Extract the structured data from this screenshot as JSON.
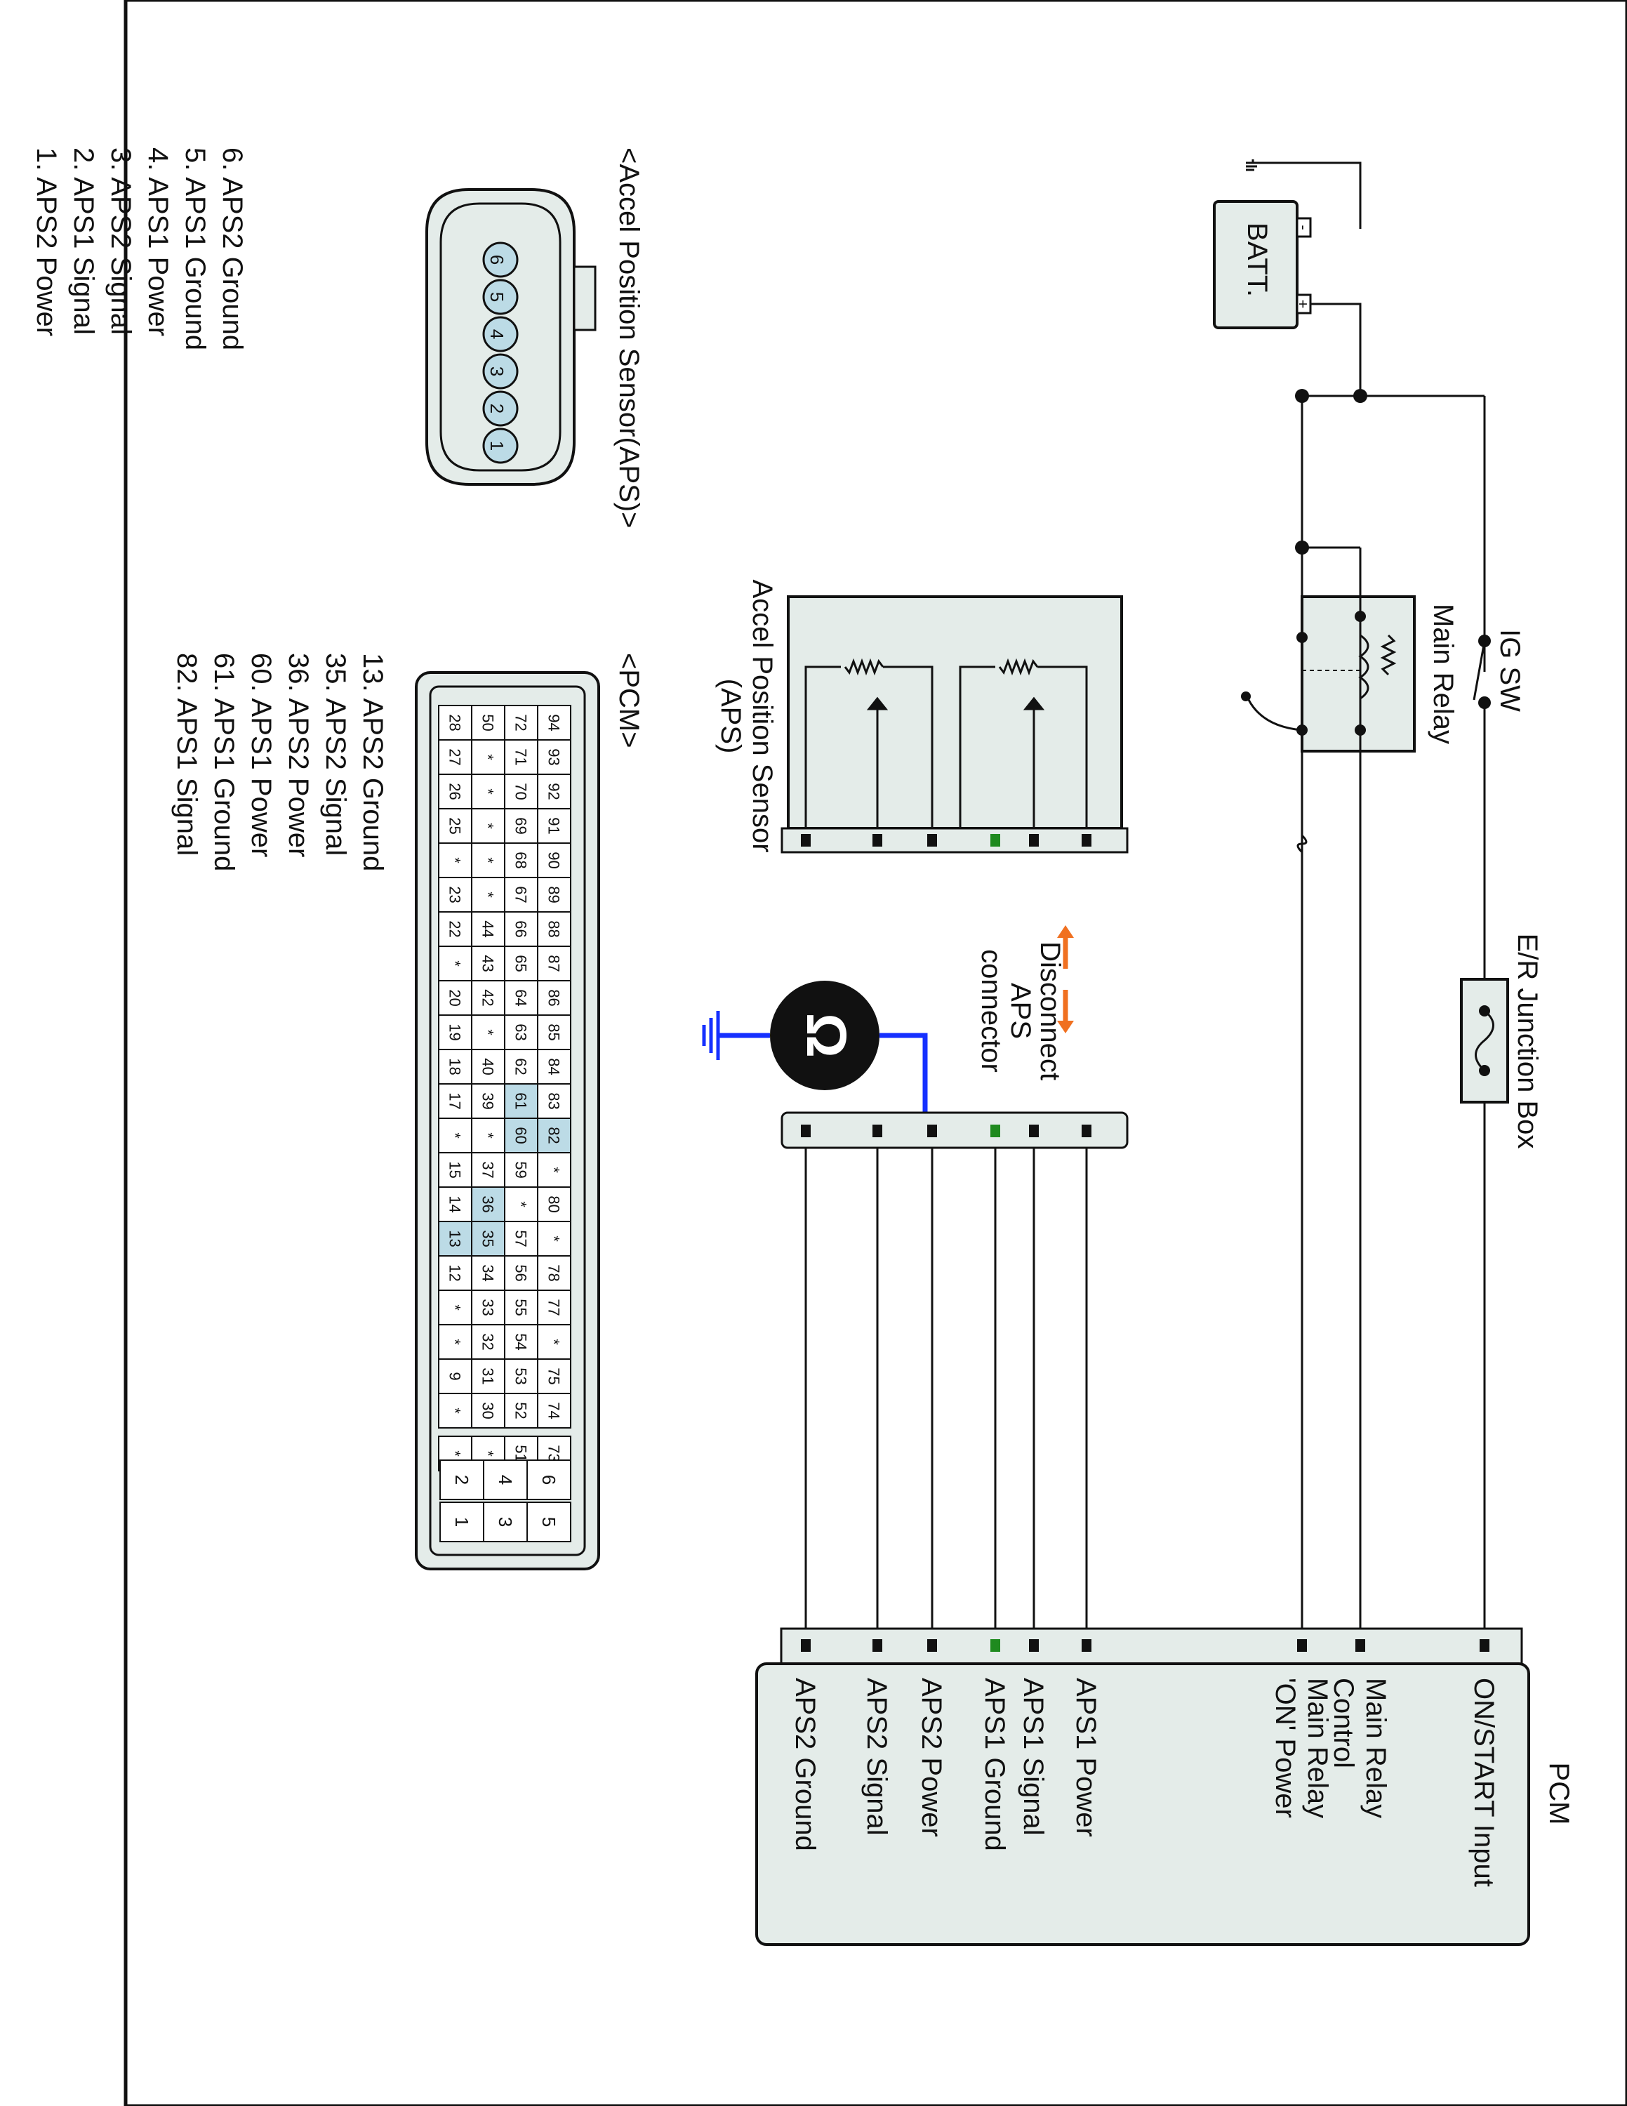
{
  "colors": {
    "accent_green": "#1f8a1f",
    "meter_wire_blue": "#1530ff",
    "disconnect_arrow_orange": "#f07020",
    "highlight_pin_blue": "#bcdbe6",
    "body_fill": "#e4ece9"
  },
  "battery": {
    "label": "BATT.",
    "pos_symbol": "+",
    "neg_symbol": "-"
  },
  "ig_switch": {
    "label": "IG SW"
  },
  "main_relay": {
    "label": "Main Relay"
  },
  "junction_box": {
    "label": "E/R Junction Box"
  },
  "aps_component": {
    "label_line1": "Accel Position Sensor",
    "label_line2": "(APS)"
  },
  "disconnect_note": {
    "line1": "Disconnect",
    "line2": "APS",
    "line3": "connector"
  },
  "meter": {
    "icon": "ohm-meter-icon",
    "symbol": "Ω"
  },
  "pcm": {
    "title": "PCM",
    "terminals": [
      "ON/START Input",
      "Main Relay\nControl",
      "Main Relay\n'ON' Power",
      "APS1 Power",
      "APS1 Signal",
      "APS1 Ground",
      "APS2 Power",
      "APS2 Signal",
      "APS2 Ground"
    ]
  },
  "aps_connector_view": {
    "title": "<Accel Position Sensor(APS)>",
    "pins": [
      "6",
      "5",
      "4",
      "3",
      "2",
      "1"
    ],
    "legend": [
      "1. APS2 Power",
      "2. APS1 Signal",
      "3. APS2 Signal",
      "4. APS1 Power",
      "5. APS1 Ground",
      "6. APS2 Ground"
    ],
    "highlighted_index": 0
  },
  "pcm_connector_view": {
    "title": "<PCM>",
    "row1": [
      "94",
      "93",
      "92",
      "91",
      "90",
      "89",
      "88",
      "87",
      "86",
      "85",
      "84",
      "83",
      "82",
      "*",
      "80",
      "*",
      "78",
      "77",
      "*",
      "75",
      "74",
      "73"
    ],
    "row2": [
      "72",
      "71",
      "70",
      "69",
      "68",
      "67",
      "66",
      "65",
      "64",
      "63",
      "62",
      "61",
      "60",
      "59",
      "*",
      "57",
      "56",
      "55",
      "54",
      "53",
      "52",
      "51"
    ],
    "row3": [
      "50",
      "*",
      "*",
      "*",
      "*",
      "*",
      "44",
      "43",
      "42",
      "*",
      "40",
      "39",
      "*",
      "37",
      "36",
      "35",
      "34",
      "33",
      "32",
      "31",
      "30",
      "*"
    ],
    "row4": [
      "28",
      "27",
      "26",
      "25",
      "*",
      "23",
      "22",
      "*",
      "20",
      "19",
      "18",
      "17",
      "*",
      "15",
      "14",
      "13",
      "12",
      "*",
      "*",
      "9",
      "*",
      "*"
    ],
    "power_pins_top": [
      "6",
      "4",
      "2"
    ],
    "power_pins_bottom": [
      "5",
      "3",
      "1"
    ],
    "highlighted": [
      "82",
      "61",
      "60",
      "36",
      "35",
      "13"
    ],
    "legend": [
      "13. APS2 Ground",
      "35. APS2 Signal",
      "36. APS2 Power",
      "60. APS1 Power",
      "61. APS1 Ground",
      "82. APS1 Signal"
    ],
    "legend_green_index": 2
  }
}
